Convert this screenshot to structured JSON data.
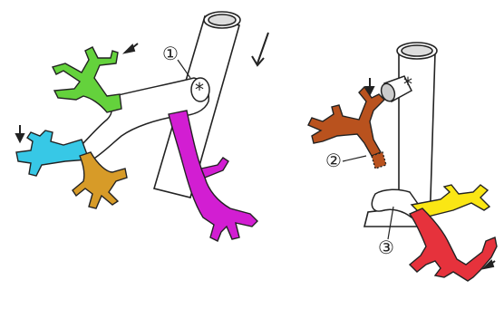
{
  "labels": {
    "one": "①",
    "two": "②",
    "three": "③",
    "asterisk_left": "*",
    "asterisk_right": "*"
  },
  "colors": {
    "outline": "#222222",
    "pipe_fill": "#ffffff",
    "green": "#64d23c",
    "cyan": "#37c8e6",
    "orange": "#d79b28",
    "magenta": "#d21ed2",
    "brown": "#b9521e",
    "yellow": "#fae614",
    "red": "#e6323c"
  }
}
